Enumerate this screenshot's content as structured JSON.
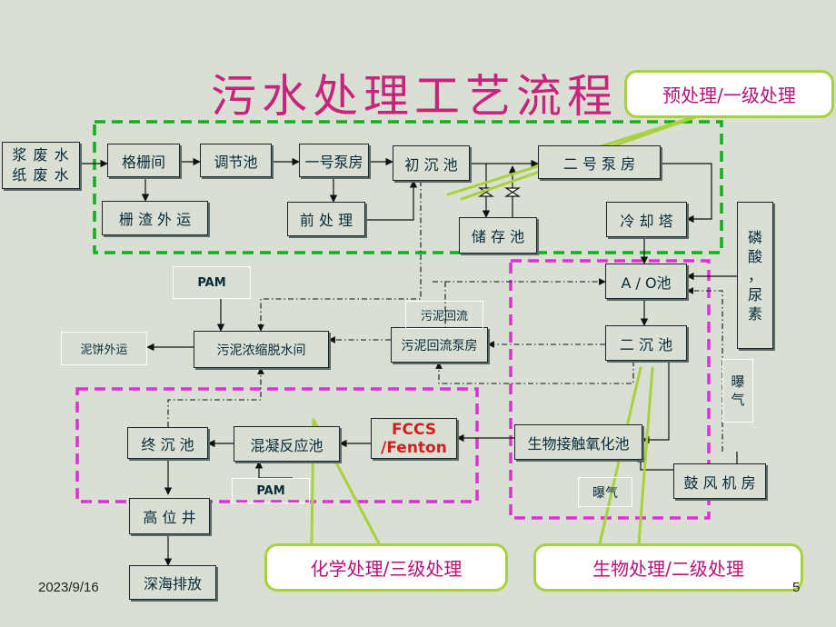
{
  "slide": {
    "title": "污水处理工艺流程",
    "date": "2023/9/16",
    "page_number": "5"
  },
  "nodes": {
    "wastewater_in": "浆 废 水\n纸 废 水",
    "grille": "格栅间",
    "screenings_out": "栅 渣 外 运",
    "regulating_tank": "调节池",
    "pump_house_1": "一号泵房",
    "pretreatment": "前 处 理",
    "primary_settling": "初 沉 池",
    "storage_tank": "储 存 池",
    "pump_house_2": "二 号 泵 房",
    "cooling_tower": "冷 却 塔",
    "phosphate_urea": "磷\n酸\n，\n尿\n素",
    "ao_tank": "A / O池",
    "secondary_settling": "二 沉 池",
    "bio_contact_oxidation": "生物接触氧化池",
    "blower_room": "鼓 风 机 房",
    "aeration_side": "曝\n气",
    "aeration_bottom": "曝气",
    "sludge_return_label": "污泥回流",
    "sludge_return_pump": "污泥回流泵房",
    "sludge_dewatering": "污泥浓缩脱水间",
    "sludge_cake_out": "泥饼外运",
    "pam_top": "PAM",
    "pam_bottom": "PAM",
    "fenton": "FCCS\n/Fenton",
    "coagulation_tank": "混凝反应池",
    "final_settling": "终 沉 池",
    "high_level_well": "高 位 井",
    "deep_sea_discharge": "深海排放"
  },
  "callouts": {
    "primary": "预处理/一级处理",
    "biological": "生物处理/二级处理",
    "chemical": "化学处理/三级处理"
  },
  "colors": {
    "background": "#d9e0d3",
    "title": "#c8237d",
    "green_dashed_frame": "#11b01a",
    "magenta_dashed_frame": "#e02fd8",
    "callout_border": "#a8d23c",
    "callout_text": "#b3127a",
    "fenton_text": "#d21f1f"
  }
}
